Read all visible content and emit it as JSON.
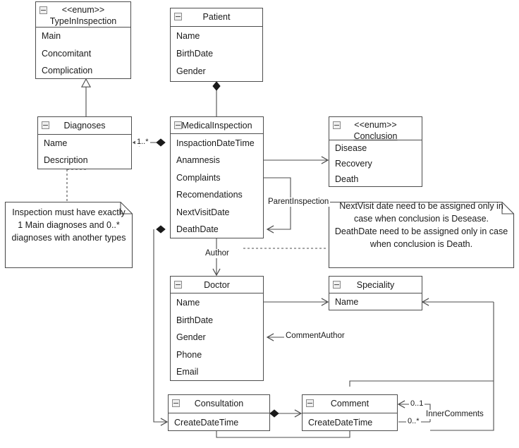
{
  "diagram": {
    "title": "Medical inspection UML class diagram",
    "classes": [
      {
        "id": "type-in-inspection",
        "stereotype": "<<enum>>",
        "name": "TypeInInspection",
        "underline": false,
        "attributes": [
          "Main",
          "Concomitant",
          "Complication"
        ]
      },
      {
        "id": "patient",
        "stereotype": "",
        "name": "Patient",
        "underline": false,
        "attributes": [
          "Name",
          "BirthDate",
          "Gender"
        ]
      },
      {
        "id": "diagnoses",
        "stereotype": "",
        "name": "Diagnoses",
        "underline": false,
        "attributes": [
          "Name",
          "Description"
        ]
      },
      {
        "id": "medical-inspection",
        "stereotype": "",
        "name": "MedicalInspection",
        "underline": false,
        "attributes": [
          "InspactionDateTime",
          "Anamnesis",
          "Complaints",
          "Recomendations",
          "NextVisitDate",
          "DeathDate"
        ]
      },
      {
        "id": "conclusion",
        "stereotype": "<<enum>>",
        "name": "Conclusion",
        "underline": true,
        "attributes": [
          "Disease",
          "Recovery",
          "Death"
        ]
      },
      {
        "id": "doctor",
        "stereotype": "",
        "name": "Doctor",
        "underline": false,
        "attributes": [
          "Name",
          "BirthDate",
          "Gender",
          "Phone",
          "Email"
        ]
      },
      {
        "id": "speciality",
        "stereotype": "",
        "name": "Speciality",
        "underline": false,
        "attributes": [
          "Name"
        ]
      },
      {
        "id": "consultation",
        "stereotype": "",
        "name": "Consultation",
        "underline": false,
        "attributes": [
          "CreateDateTime"
        ]
      },
      {
        "id": "comment",
        "stereotype": "",
        "name": "Comment",
        "underline": false,
        "attributes": [
          "CreateDateTime"
        ]
      }
    ],
    "notes": [
      {
        "id": "note-diagnoses",
        "text": "Inspection must have exactly 1 Main diagnoses and 0..* diagnoses with another types"
      },
      {
        "id": "note-conclusion",
        "text": "NextVisit date need to be assigned only in case when conclusion is Desease. DeathDate need to be assigned only in case when conclusion is Death."
      }
    ],
    "edge_labels": [
      {
        "id": "diagnoses-multiplicity",
        "text": "1..*"
      },
      {
        "id": "parent-inspection",
        "text": "ParentInspection"
      },
      {
        "id": "author",
        "text": "Author"
      },
      {
        "id": "comment-author",
        "text": "CommentAuthor"
      },
      {
        "id": "inner-comments",
        "text": "InnerComments"
      },
      {
        "id": "comment-upper-multiplicity",
        "text": "0..1"
      },
      {
        "id": "comment-lower-multiplicity",
        "text": "0..*"
      }
    ],
    "colors": {
      "line": "#4d4d4d",
      "text": "#1a1a1a",
      "background": "#ffffff",
      "icon_fill": "#efefef",
      "icon_border": "#8a8a8a"
    }
  }
}
